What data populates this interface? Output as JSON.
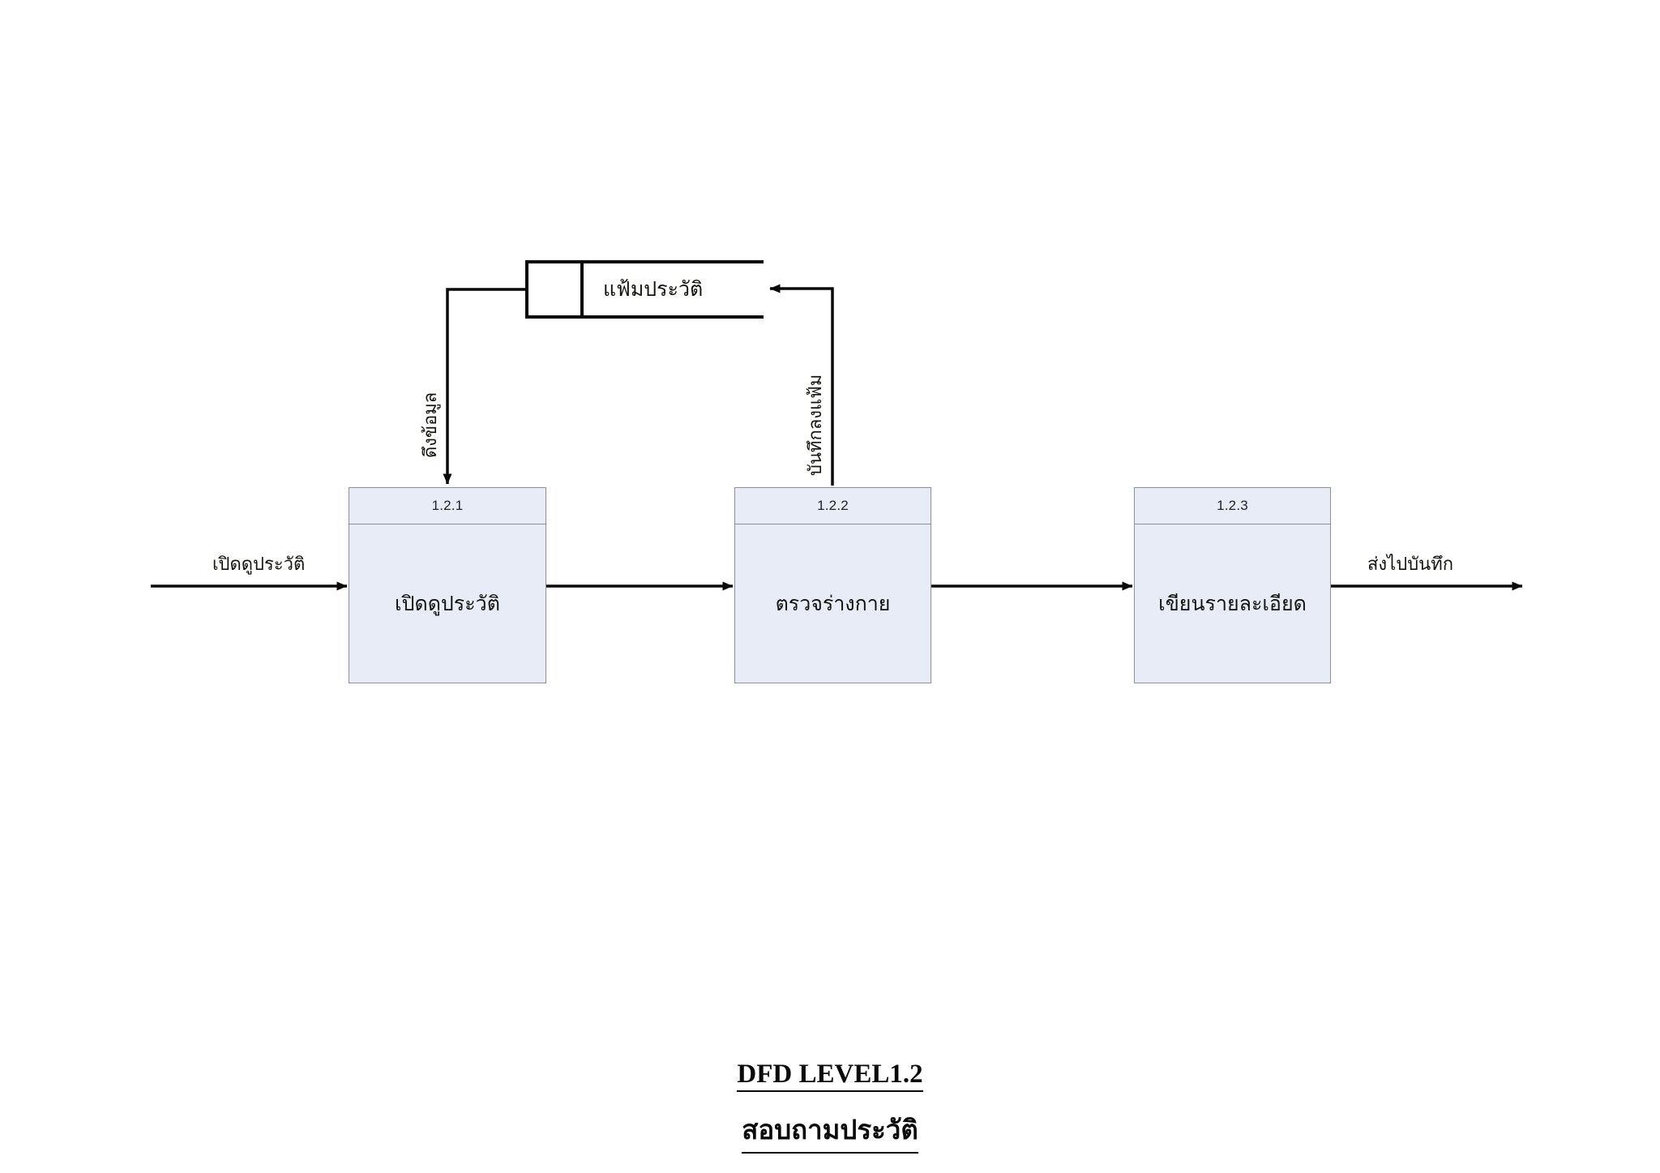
{
  "diagram": {
    "type": "data-flow-diagram",
    "title_main": "DFD LEVEL1.2",
    "title_sub": "สอบถามประวัติ",
    "colors": {
      "process_fill": "#e8ecf7",
      "process_border": "#8c8f9e",
      "line": "#0a0a0a",
      "background": "#ffffff",
      "text": "#14140f"
    },
    "datastore": {
      "id": "",
      "label": "แฟ้มประวัติ"
    },
    "processes": [
      {
        "id": "1.2.1",
        "label": "เปิดดูประวัติ"
      },
      {
        "id": "1.2.2",
        "label": "ตรวจร่างกาย"
      },
      {
        "id": "1.2.3",
        "label": "เขียนรายละเอียด"
      }
    ],
    "flows": [
      {
        "name": "input-flow",
        "label": "เปิดดูประวัติ",
        "orientation": "horizontal",
        "from": "external",
        "to": "1.2.1"
      },
      {
        "name": "datastore-read",
        "label": "ดึงข้อมูล",
        "orientation": "vertical",
        "from": "แฟ้มประวัติ",
        "to": "1.2.1"
      },
      {
        "name": "datastore-write",
        "label": "บันทึกลงแฟ้ม",
        "orientation": "vertical",
        "from": "1.2.2",
        "to": "แฟ้มประวัติ"
      },
      {
        "name": "p1-to-p2",
        "label": "",
        "orientation": "horizontal",
        "from": "1.2.1",
        "to": "1.2.2"
      },
      {
        "name": "p2-to-p3",
        "label": "",
        "orientation": "horizontal",
        "from": "1.2.2",
        "to": "1.2.3"
      },
      {
        "name": "output-flow",
        "label": "ส่งไปบันทึก",
        "orientation": "horizontal",
        "from": "1.2.3",
        "to": "external"
      }
    ]
  }
}
